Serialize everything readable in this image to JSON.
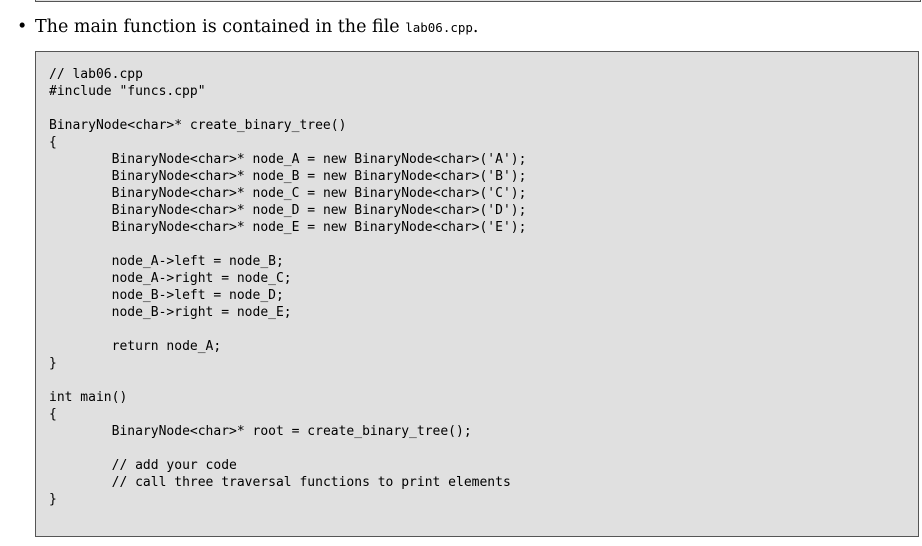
{
  "intro": {
    "bullet": "•",
    "text_before": "The main function is contained in the file ",
    "filename": "lab06.cpp",
    "text_after": "."
  },
  "code_lines": [
    "// lab06.cpp",
    "#include \"funcs.cpp\"",
    "",
    "BinaryNode<char>* create_binary_tree()",
    "{",
    "\tBinaryNode<char>* node_A = new BinaryNode<char>('A');",
    "\tBinaryNode<char>* node_B = new BinaryNode<char>('B');",
    "\tBinaryNode<char>* node_C = new BinaryNode<char>('C');",
    "\tBinaryNode<char>* node_D = new BinaryNode<char>('D');",
    "\tBinaryNode<char>* node_E = new BinaryNode<char>('E');",
    "",
    "\tnode_A->left = node_B;",
    "\tnode_A->right = node_C;",
    "\tnode_B->left = node_D;",
    "\tnode_B->right = node_E;",
    "",
    "\treturn node_A;",
    "}",
    "",
    "int main()",
    "{",
    "\tBinaryNode<char>* root = create_binary_tree();",
    "",
    "\t// add your code",
    "\t// call three traversal functions to print elements",
    "}"
  ]
}
